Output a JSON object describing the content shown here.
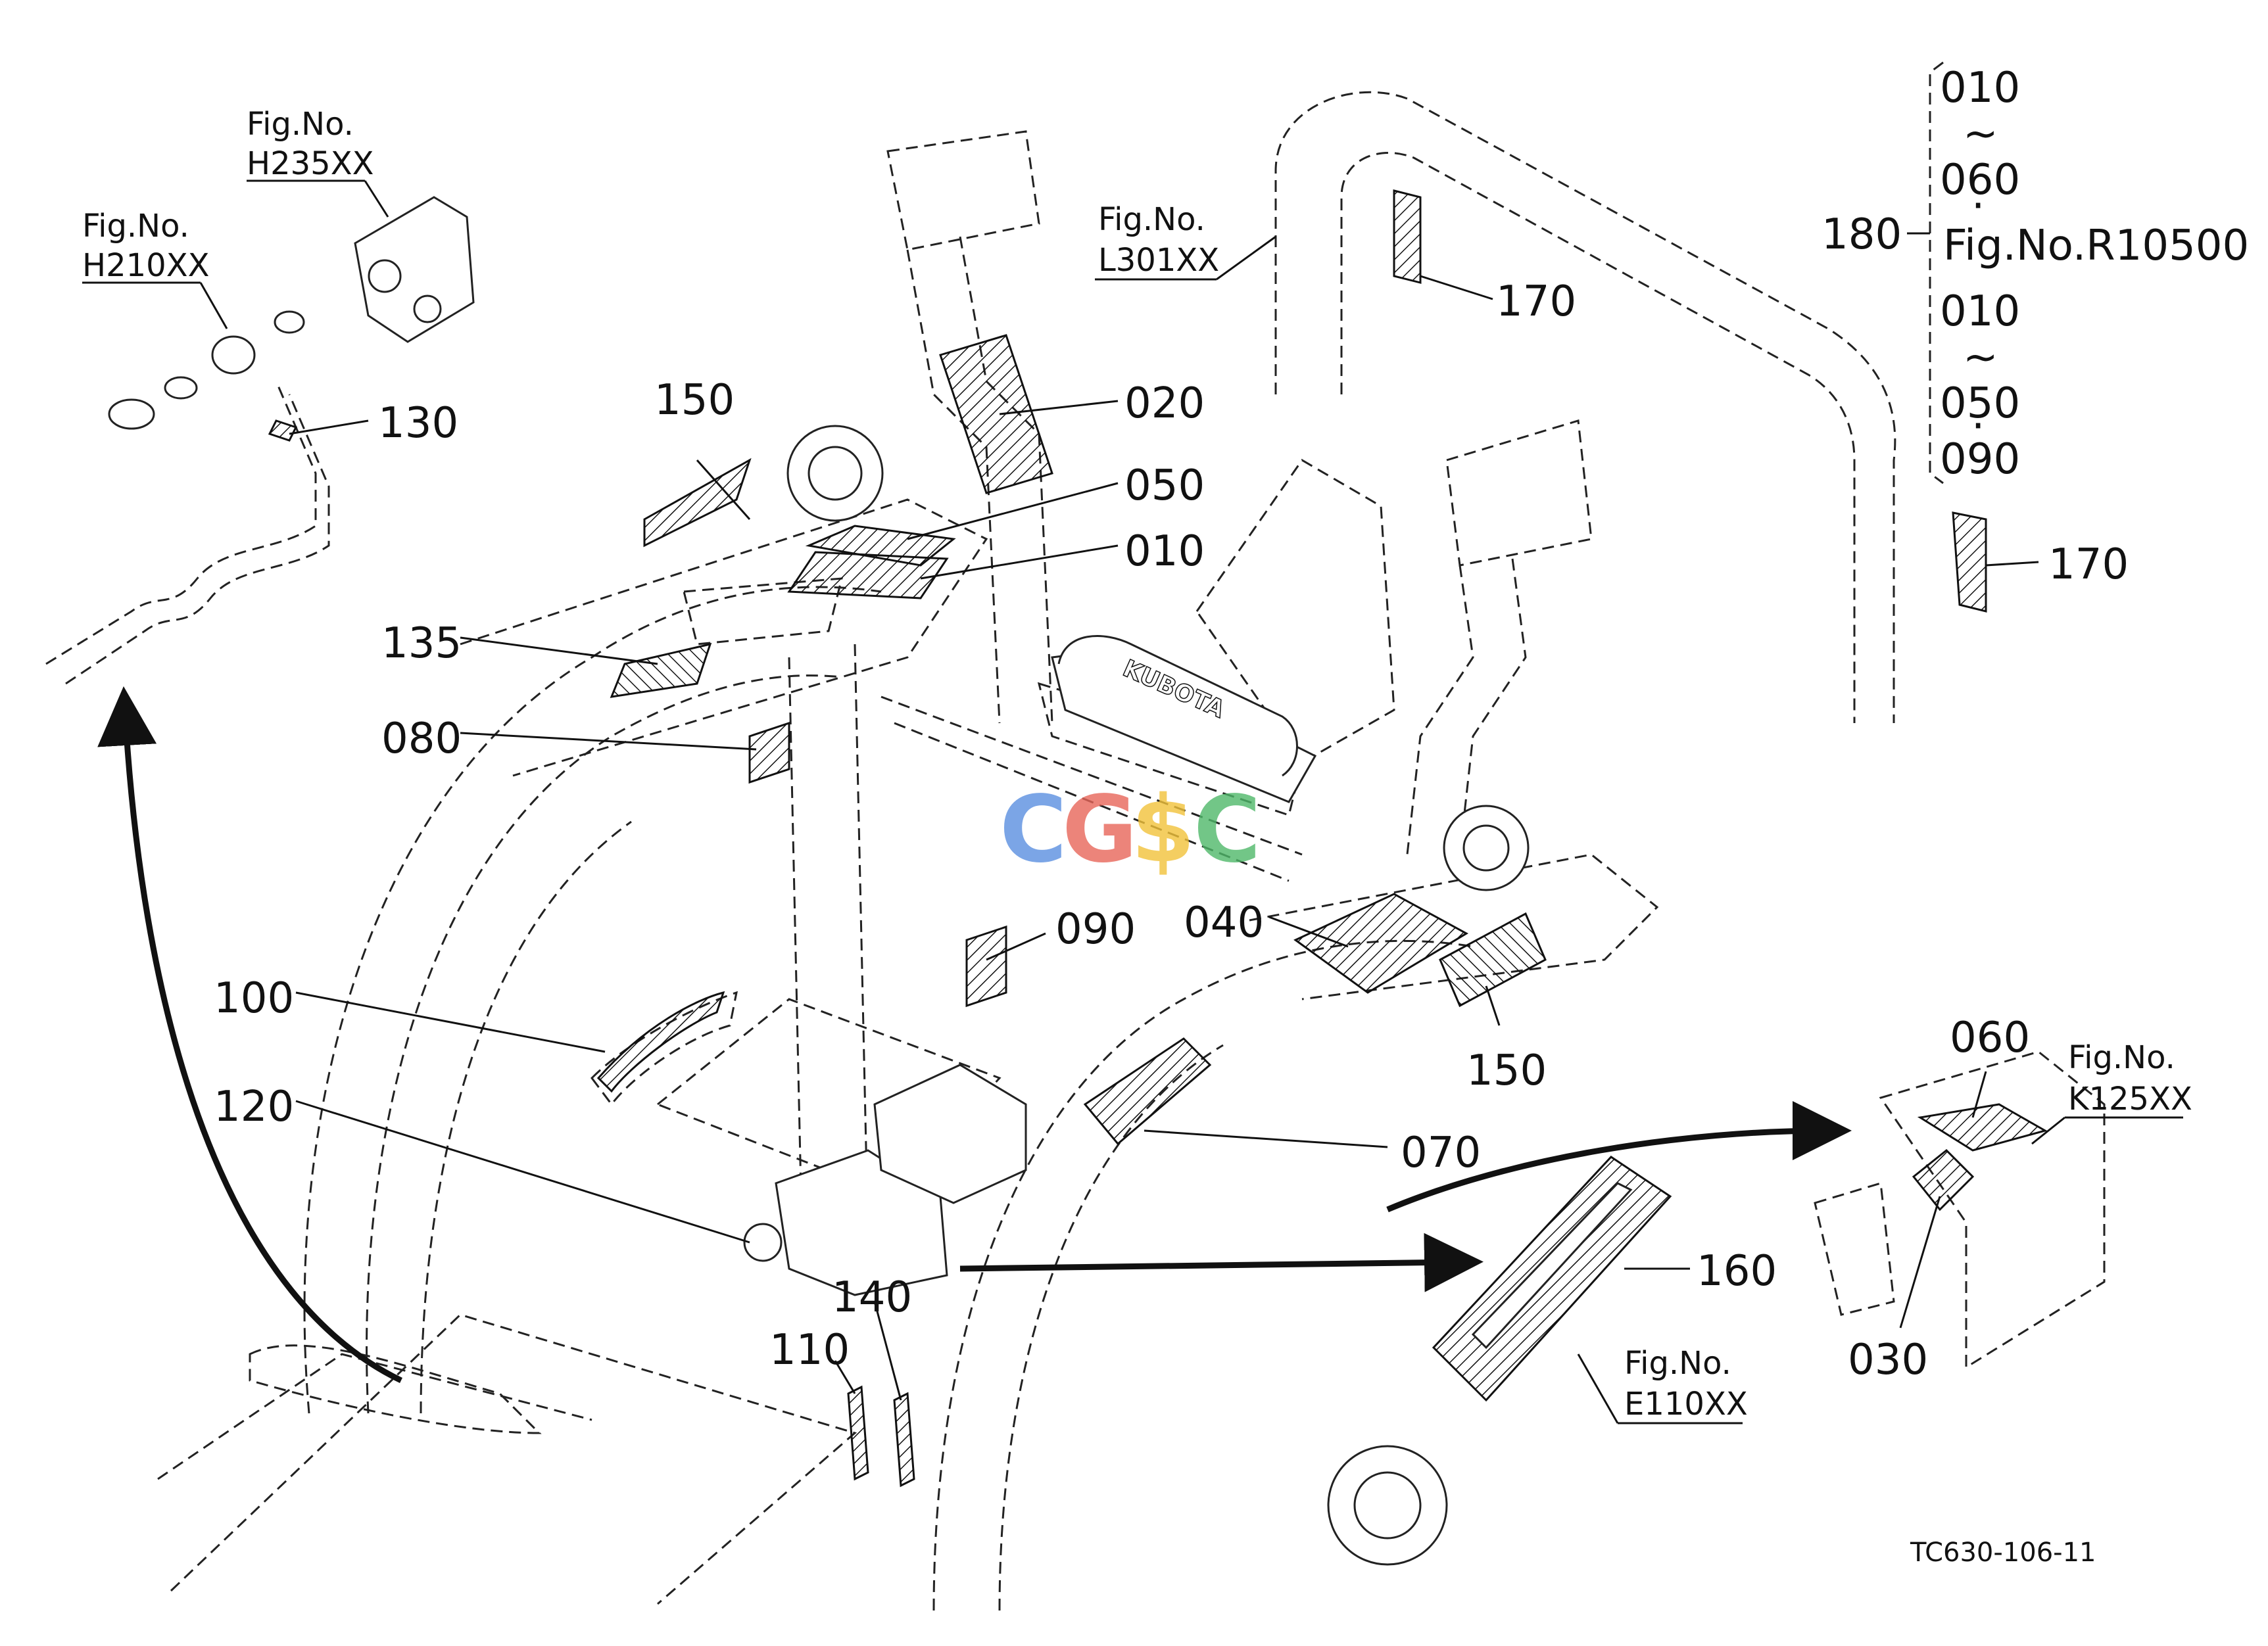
{
  "figure_refs": {
    "h235": {
      "prefix": "Fig.No.",
      "code": "H235XX"
    },
    "h210": {
      "prefix": "Fig.No.",
      "code": "H210XX"
    },
    "l301": {
      "prefix": "Fig.No.",
      "code": "L301XX"
    },
    "k125": {
      "prefix": "Fig.No.",
      "code": "K125XX"
    },
    "e110": {
      "prefix": "Fig.No.",
      "code": "E110XX"
    }
  },
  "callouts": {
    "p010": "010",
    "p020": "020",
    "p030": "030",
    "p040": "040",
    "p050": "050",
    "p060": "060",
    "p070": "070",
    "p080": "080",
    "p090": "090",
    "p100": "100",
    "p110": "110",
    "p120": "120",
    "p130": "130",
    "p135": "135",
    "p140": "140",
    "p150a": "150",
    "p150b": "150",
    "p160": "160",
    "p170a": "170",
    "p170b": "170",
    "p180": "180"
  },
  "kit_bracket": {
    "line1": "010",
    "tilde1": "~",
    "line2": "060",
    "dot1": "·",
    "line3": "Fig.No.R10500",
    "line4": "010",
    "tilde2": "~",
    "line5": "050",
    "dot2": "·",
    "line6": "090"
  },
  "watermark": {
    "c1": "C",
    "g": "G",
    "s": "$",
    "c2": "C",
    "color_c1": "#5b8fe0",
    "color_g": "#e8665a",
    "color_s": "#f2c23a",
    "color_c2": "#4fb86a"
  },
  "drawing_code": "TC630-106-11",
  "brand_on_part": "KUBOTA"
}
